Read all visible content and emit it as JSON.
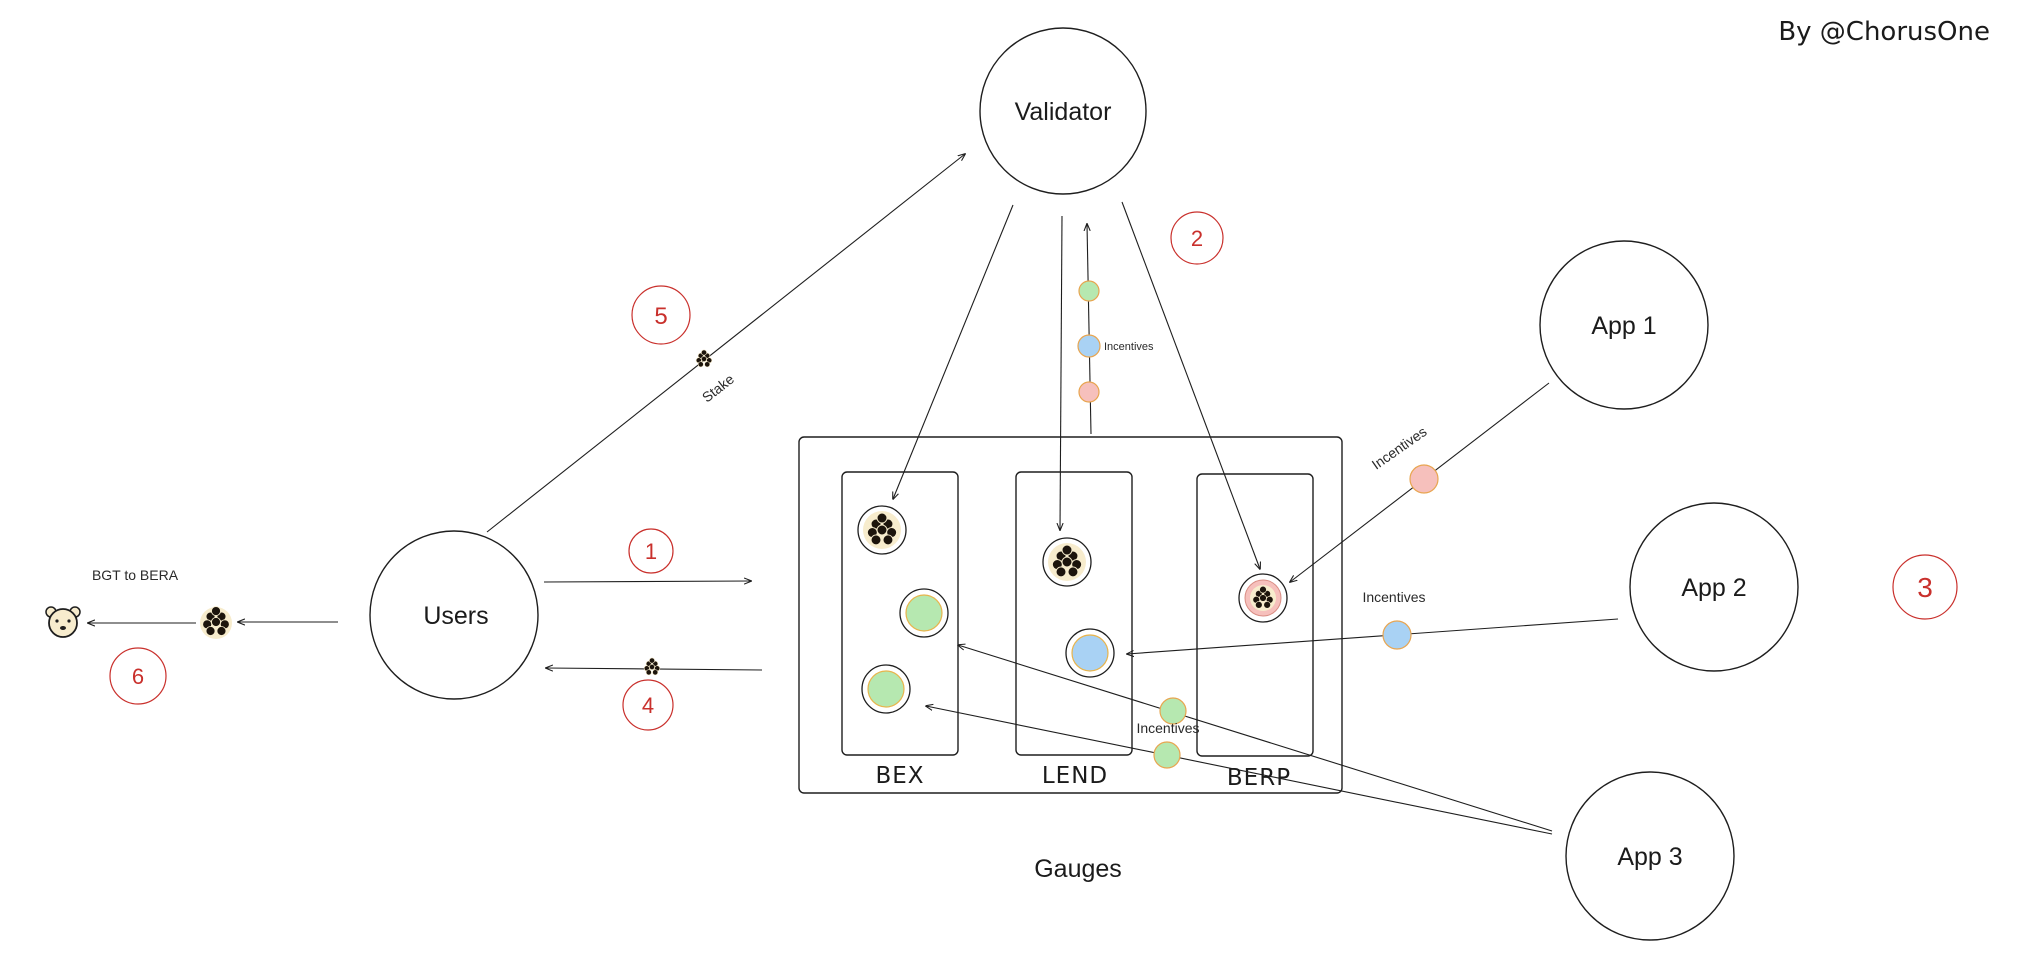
{
  "credit": "By @ChorusOne",
  "nodes": {
    "validator": "Validator",
    "users": "Users",
    "app1": "App 1",
    "app2": "App 2",
    "app3": "App 3"
  },
  "gauges": {
    "title": "Gauges",
    "bex": "BEX",
    "lend": "LEND",
    "berp": "BERP"
  },
  "labels": {
    "stake": "Stake",
    "incentives": "Incentives",
    "bgt_to_bera": "BGT to BERA"
  },
  "steps": [
    "1",
    "2",
    "3",
    "4",
    "5",
    "6"
  ],
  "colors": {
    "step_red": "#c9302c",
    "incentive_green": "#b6e8b0",
    "incentive_blue": "#a9d2f4",
    "incentive_pink": "#f6c0bc",
    "token_dark": "#1c140c",
    "token_cream": "#f7eccd"
  }
}
